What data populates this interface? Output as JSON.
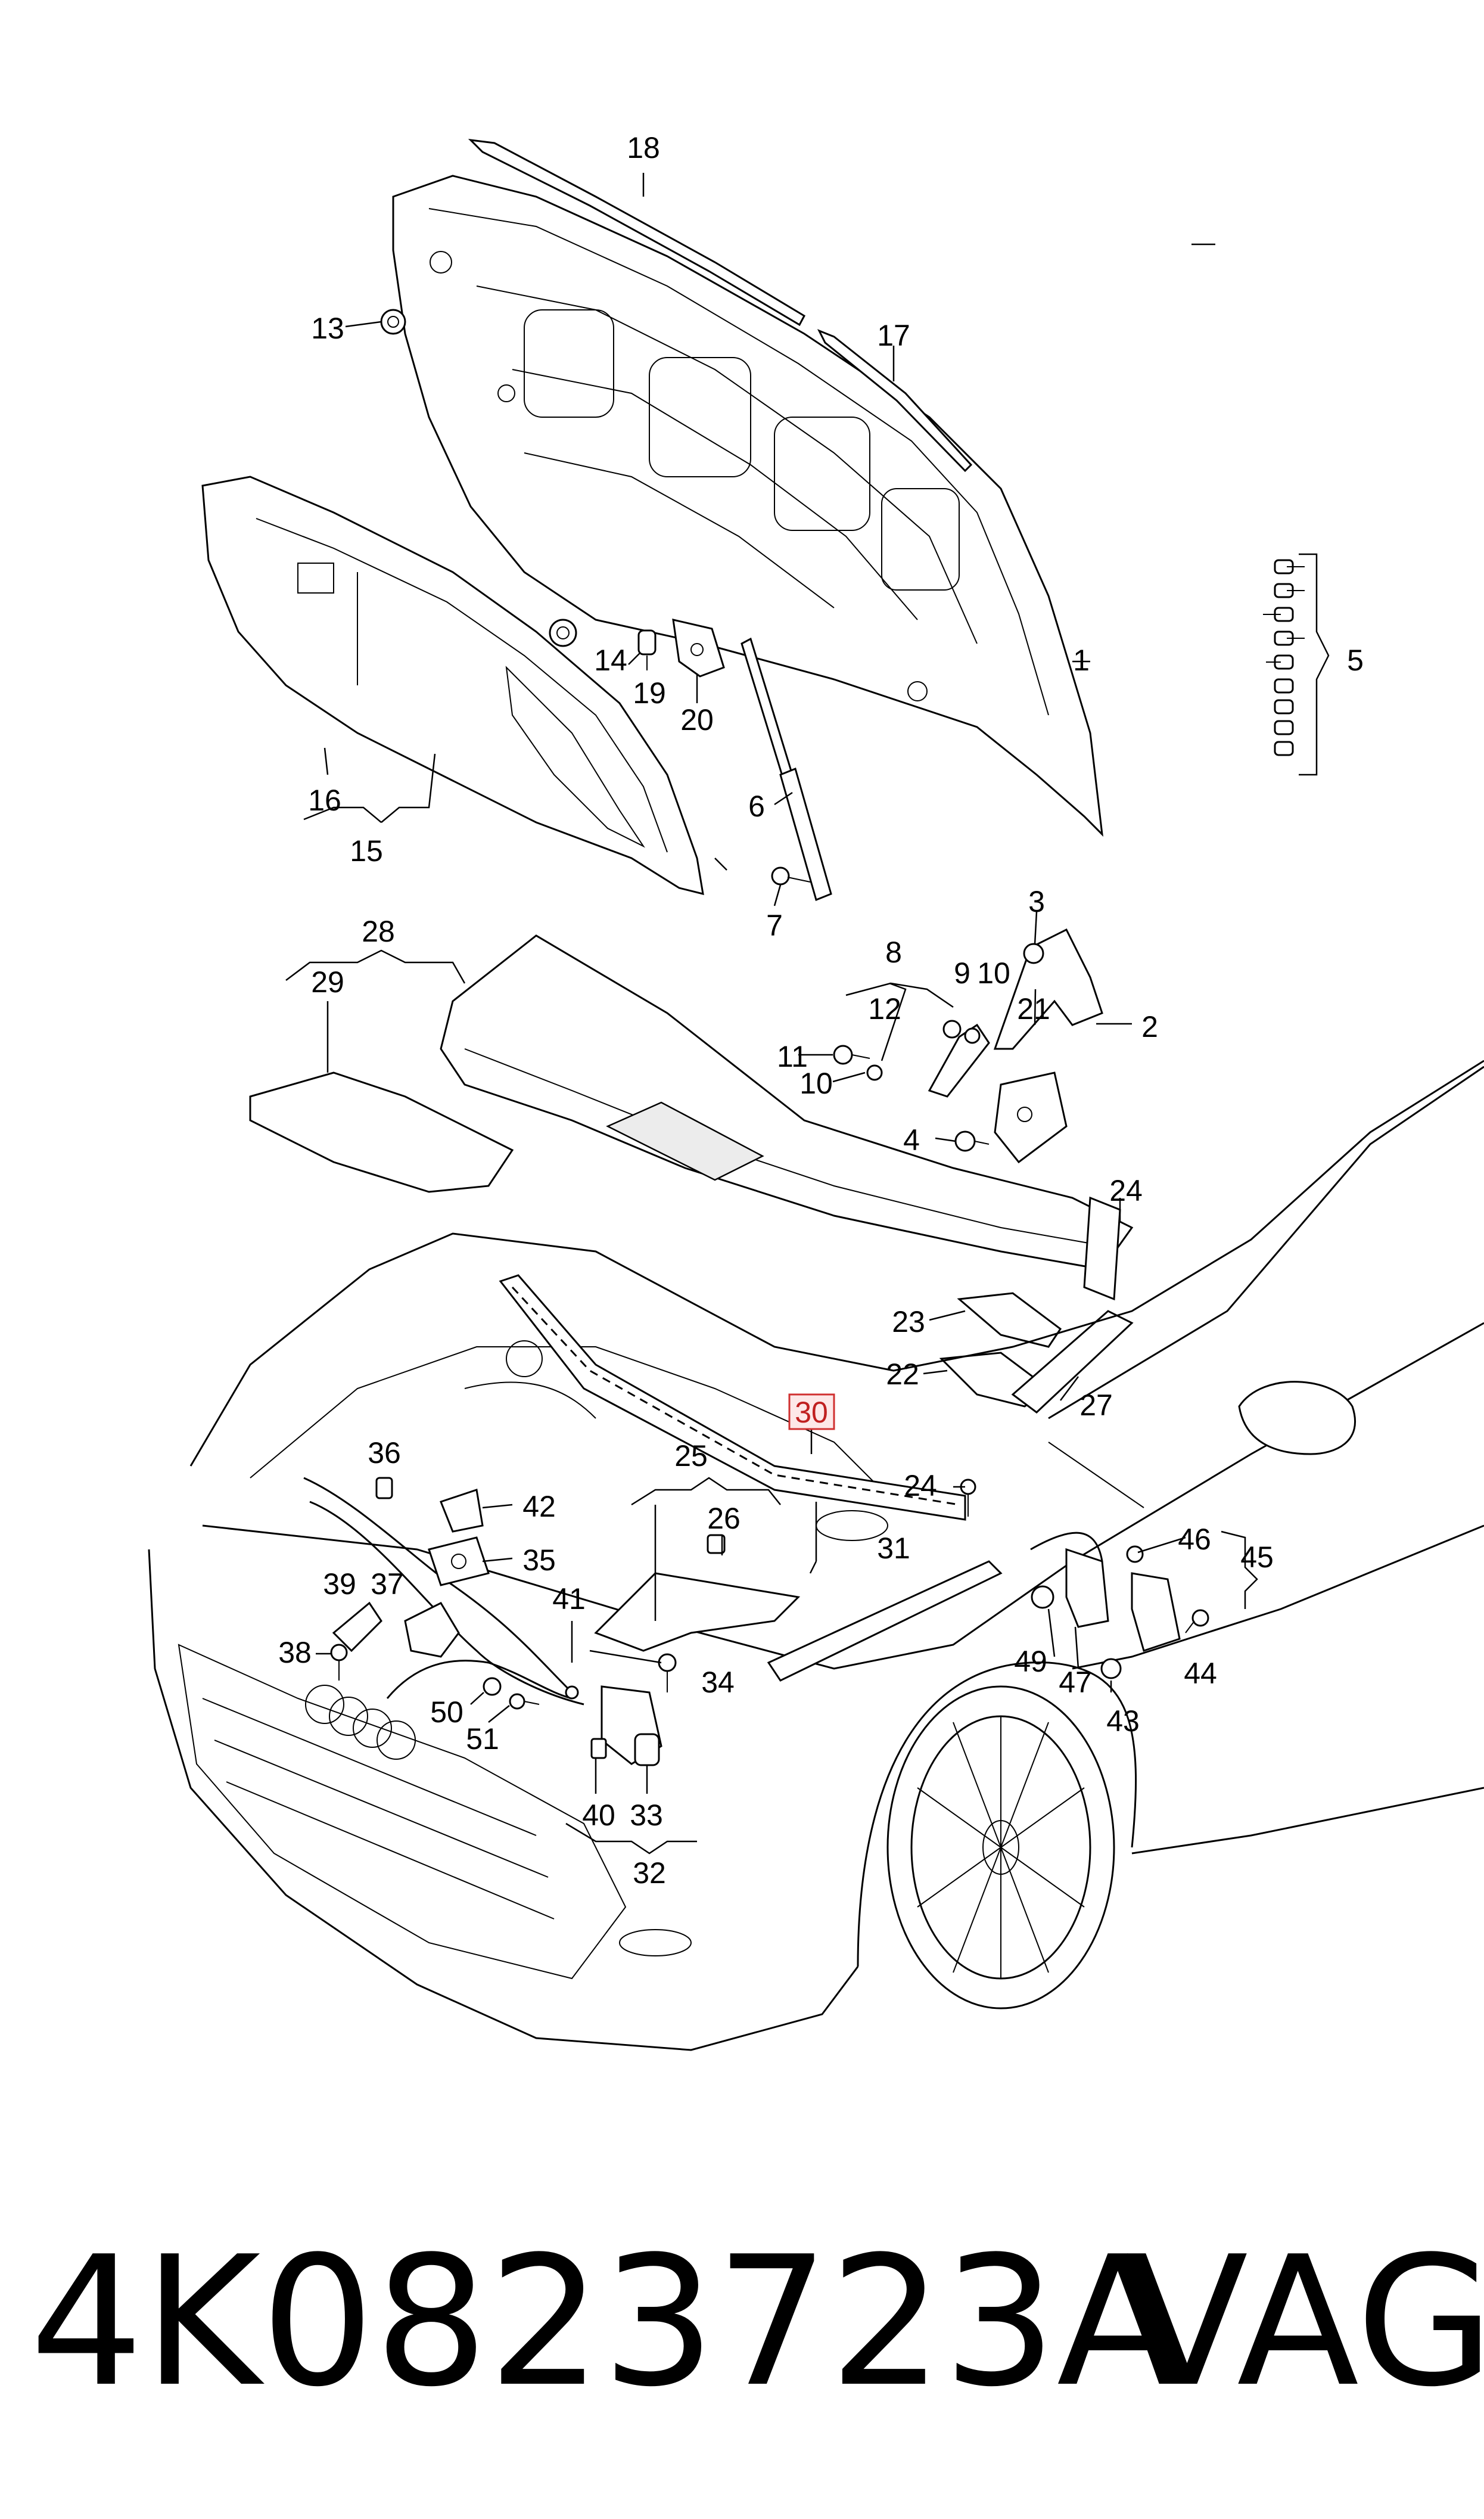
{
  "part_number": "4K0823723A",
  "brand": "VAG",
  "callouts": [
    "1",
    "2",
    "3",
    "4",
    "5",
    "6",
    "7",
    "8",
    "9",
    "10",
    "10",
    "11",
    "12",
    "13",
    "14",
    "15",
    "16",
    "17",
    "18",
    "19",
    "20",
    "21",
    "22",
    "23",
    "24",
    "24",
    "25",
    "26",
    "27",
    "28",
    "29",
    "30",
    "31",
    "32",
    "33",
    "34",
    "35",
    "36",
    "37",
    "38",
    "39",
    "40",
    "41",
    "42",
    "43",
    "44",
    "45",
    "46",
    "47",
    "49",
    "50",
    "51"
  ],
  "highlighted_callout": "30",
  "colors": {
    "line": "#000000",
    "highlight_border": "#d03030",
    "highlight_fill": "#fde8e8"
  }
}
